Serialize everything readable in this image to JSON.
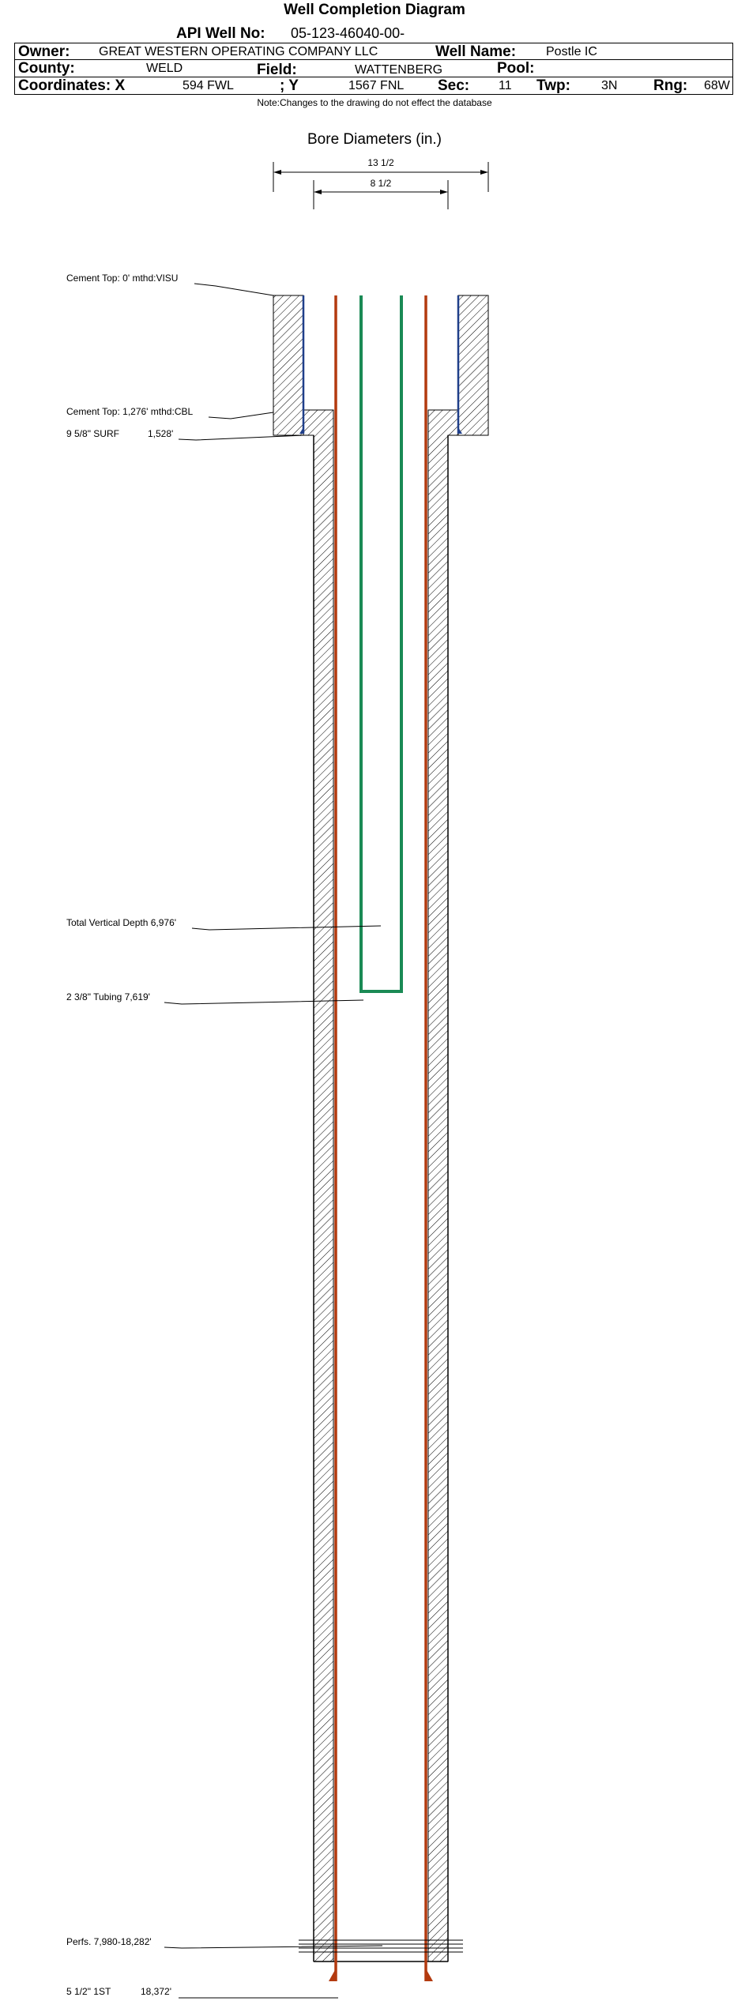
{
  "header": {
    "title": "Well Completion Diagram",
    "api_label": "API Well No:",
    "api_value": "05-123-46040-00-",
    "owner_label": "Owner:",
    "owner_value": "GREAT WESTERN OPERATING COMPANY LLC",
    "well_name_label": "Well Name:",
    "well_name_value": "Postle IC",
    "county_label": "County:",
    "county_value": "WELD",
    "field_label": "Field:",
    "field_value": "WATTENBERG",
    "pool_label": "Pool:",
    "pool_value": "",
    "coord_x_label": "Coordinates: X",
    "coord_x_value": "594 FWL",
    "coord_y_label": "; Y",
    "coord_y_value": "1567 FNL",
    "sec_label": "Sec:",
    "sec_value": "11",
    "twp_label": "Twp:",
    "twp_value": "3N",
    "rng_label": "Rng:",
    "rng_value": "68W"
  },
  "note": "Note:Changes to the drawing do not effect the database",
  "bore": {
    "title": "Bore Diameters (in.)",
    "diameters": [
      "13 1/2",
      "8 1/2"
    ]
  },
  "callouts": {
    "cement_top_surface": "Cement Top: 0' mthd:VISU",
    "cement_top_production": "Cement Top: 1,276' mthd:CBL",
    "surface_casing": "9 5/8\" SURF",
    "surface_casing_depth": "1,528'",
    "total_vertical_depth": "Total Vertical Depth 6,976'",
    "tubing": "2 3/8\" Tubing 7,619'",
    "perfs": "Perfs. 7,980-18,282'",
    "production_casing": "5 1/2\" 1ST",
    "production_casing_depth": "18,372'"
  },
  "colors": {
    "casing": "#b33a0f",
    "tubing": "#1a8a55",
    "surface_casing": "#1f3f8a",
    "hatch": "#000000"
  }
}
